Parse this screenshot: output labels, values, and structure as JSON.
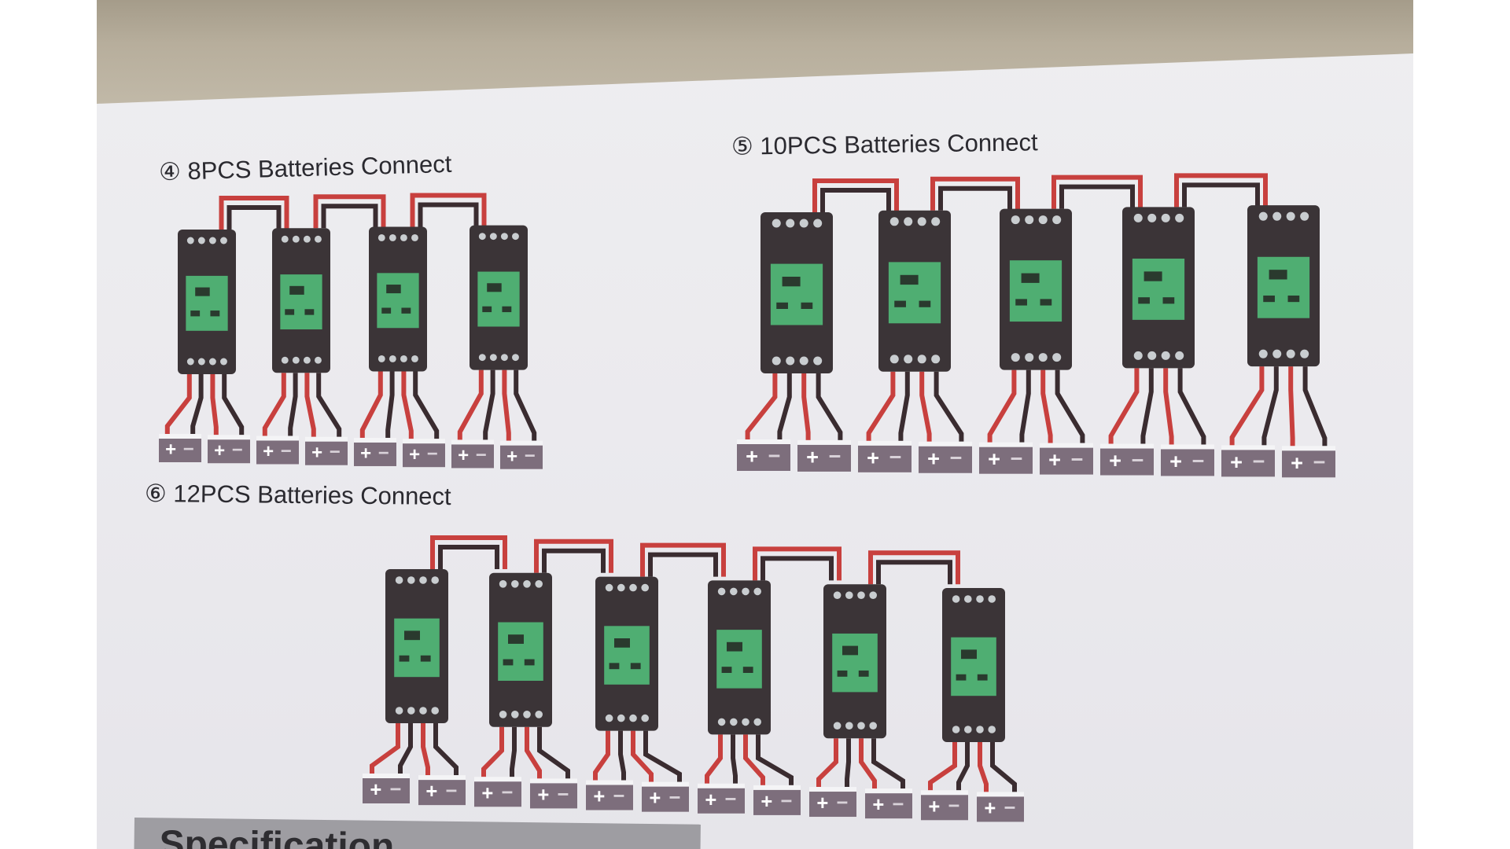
{
  "sections": [
    {
      "title": "④ 8PCS Batteries Connect",
      "devices": 4,
      "batteries": 8
    },
    {
      "title": "⑤ 10PCS Batteries Connect",
      "devices": 5,
      "batteries": 10
    },
    {
      "title": "⑥ 12PCS Batteries Connect",
      "devices": 6,
      "batteries": 12
    }
  ],
  "battery_labels": {
    "plus": "+",
    "minus": "−"
  },
  "footer_heading": "Specification",
  "colors": {
    "wire_red": "#c8403e",
    "wire_black": "#3a2c30",
    "device": "#3b3437",
    "screen": "#4fae72",
    "battery": "#7d6e7c"
  }
}
